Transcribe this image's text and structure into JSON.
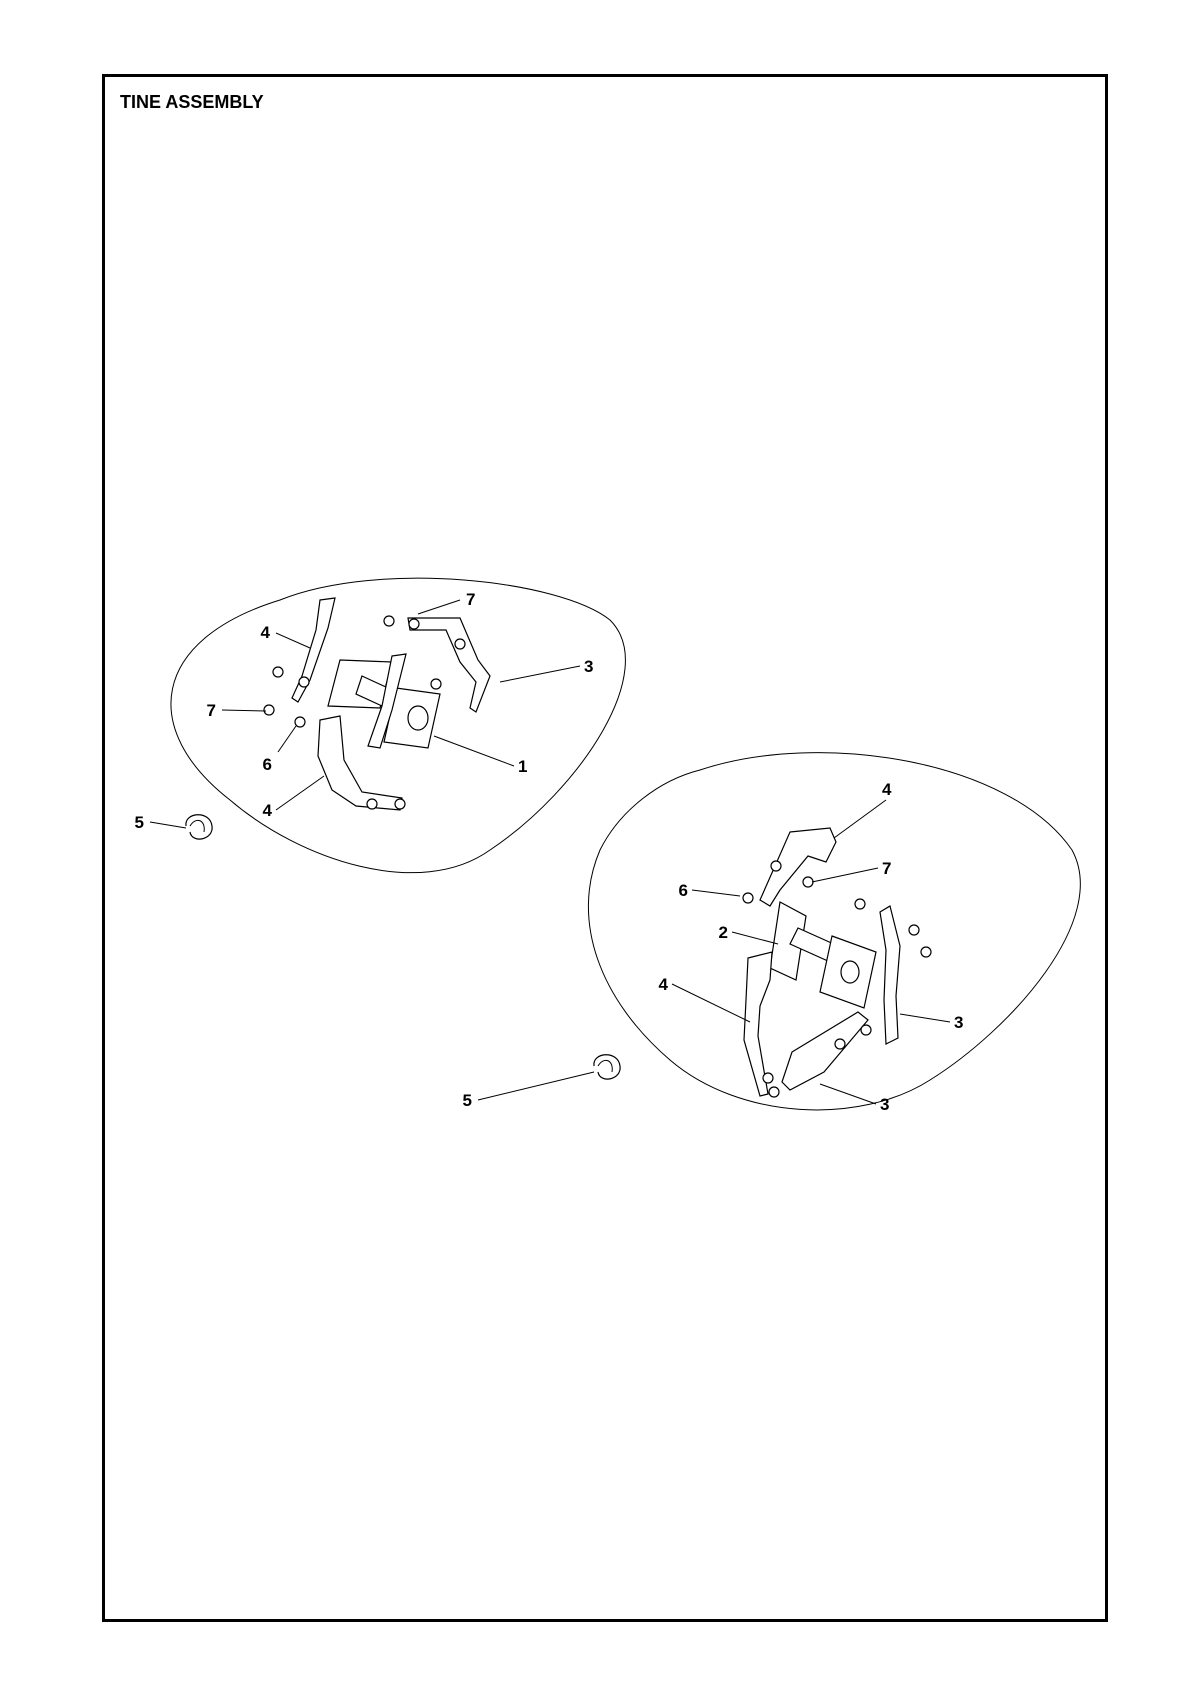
{
  "page": {
    "title": "TINE ASSEMBLY"
  },
  "left_view": {
    "callouts": {
      "tine_top_left": "4",
      "bolt_top": "7",
      "tine_right": "3",
      "bolt_left": "7",
      "shaft": "1",
      "nut": "6",
      "tine_bottom": "4",
      "clip": "5"
    }
  },
  "right_view": {
    "callouts": {
      "tine_top": "4",
      "bolt": "7",
      "nut": "6",
      "shaft": "2",
      "tine_left": "4",
      "tine_right": "3",
      "tine_bottom": "3",
      "clip": "5"
    }
  }
}
